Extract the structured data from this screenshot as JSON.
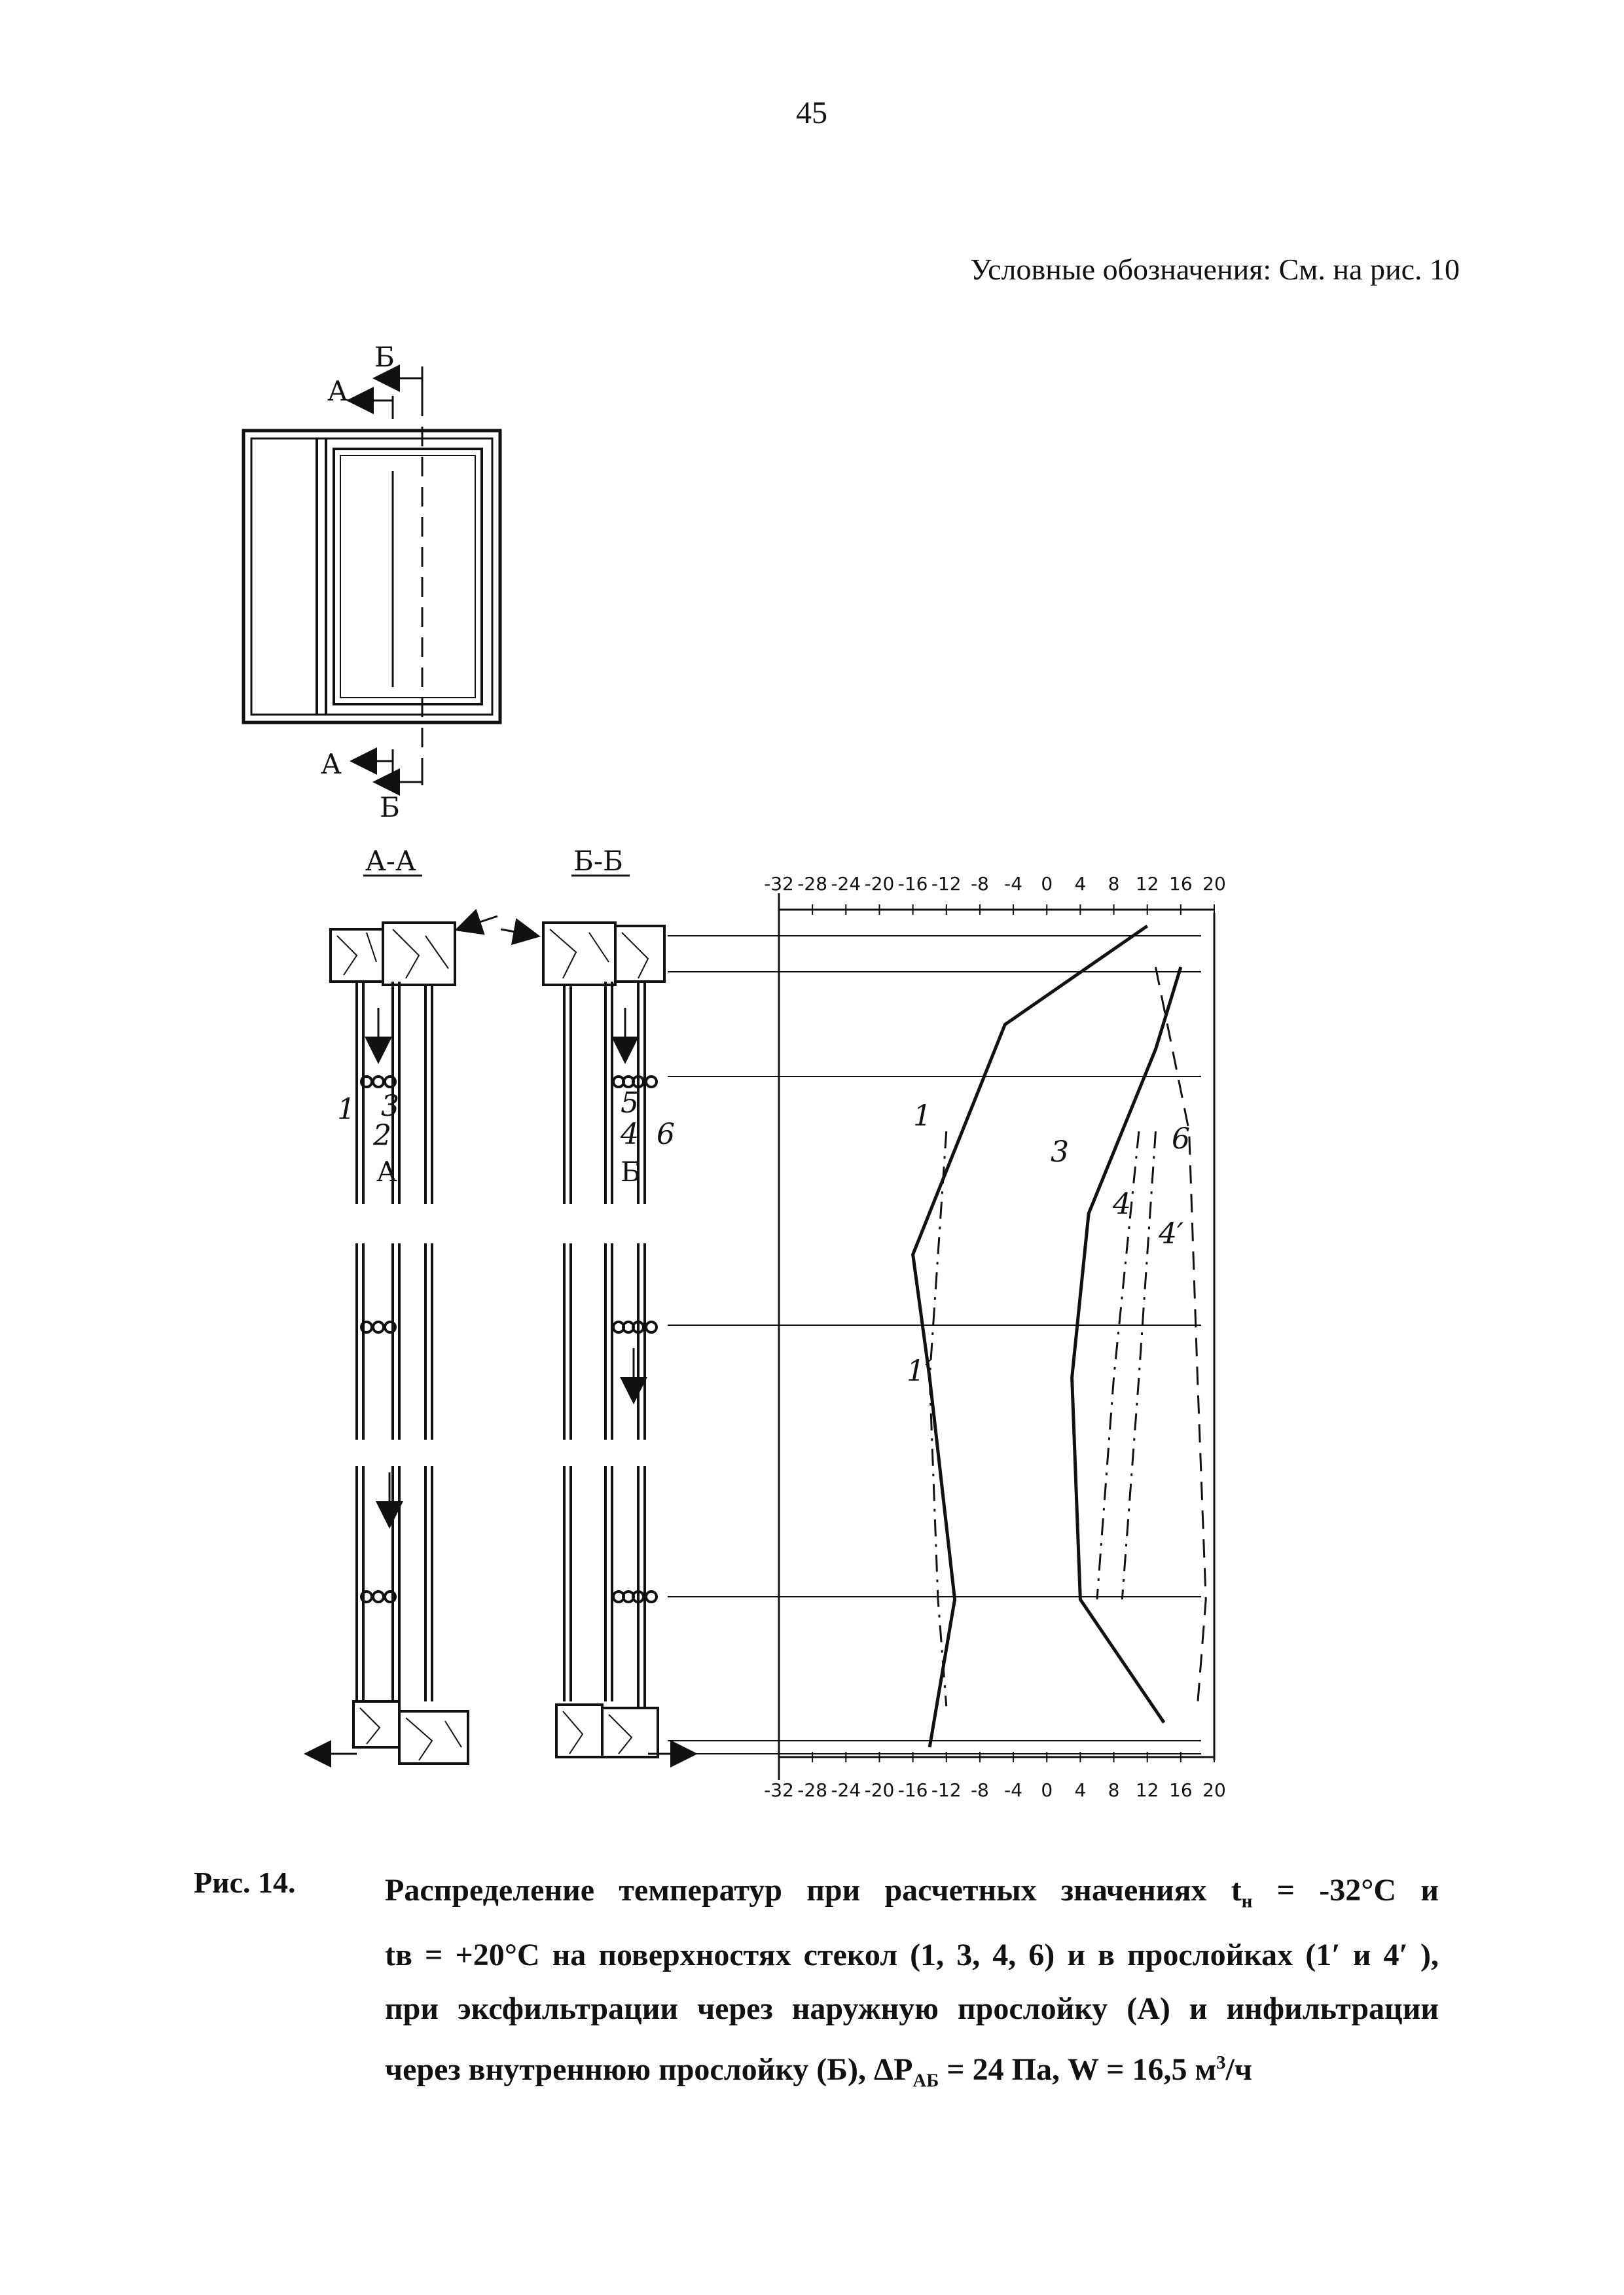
{
  "page": {
    "number": "45",
    "legend_note": "Условные обозначения: См. на  рис. 10"
  },
  "figure": {
    "window_section_marks": {
      "a_top": "А",
      "b_top": "Б",
      "a_bottom": "А",
      "b_bottom": "Б"
    },
    "section_aa": {
      "title": "А-А",
      "labels": [
        "1",
        "3",
        "2",
        "А"
      ]
    },
    "section_bb": {
      "title": "Б-Б",
      "labels": [
        "5",
        "4",
        "Б",
        "6"
      ]
    },
    "curve_labels": [
      "1",
      "3",
      "4",
      "6",
      "4′",
      "1′"
    ],
    "colors": {
      "ink": "#111111",
      "background": "#ffffff"
    }
  },
  "chart_data": {
    "type": "line",
    "title": "",
    "xlabel": "",
    "ylabel": "",
    "x_ticks_top": [
      "-32",
      "-28",
      "-24",
      "-20",
      "-16",
      "-12",
      "-8",
      "-4",
      "0",
      "4",
      "8",
      "12",
      "16",
      "20"
    ],
    "x_ticks_bottom": [
      "-32",
      "-28",
      "-24",
      "-20",
      "-16",
      "-12",
      "-8",
      "-4",
      "0",
      "4",
      "8",
      "12",
      "16",
      "20"
    ],
    "xlim": [
      -32,
      20
    ],
    "y_levels": [
      "top frame",
      "upper glass",
      "mid glass",
      "lower glass",
      "bottom frame"
    ],
    "series": [
      {
        "name": "1",
        "style": "solid",
        "x": [
          12,
          -5,
          -16,
          -14,
          -11,
          -14
        ],
        "levels": [
          0.0,
          0.12,
          0.4,
          0.55,
          0.82,
          1.0
        ]
      },
      {
        "name": "3",
        "style": "solid",
        "x": [
          16,
          13,
          5,
          3,
          4,
          14
        ],
        "levels": [
          0.05,
          0.15,
          0.35,
          0.55,
          0.82,
          0.97
        ]
      },
      {
        "name": "1′",
        "style": "dash-dot",
        "x": [
          -12,
          -14,
          -13,
          -12
        ],
        "levels": [
          0.25,
          0.55,
          0.82,
          0.95
        ]
      },
      {
        "name": "4",
        "style": "dash-dot",
        "x": [
          11,
          8,
          6
        ],
        "levels": [
          0.25,
          0.55,
          0.82
        ]
      },
      {
        "name": "4′",
        "style": "dash-dot",
        "x": [
          13,
          11,
          9
        ],
        "levels": [
          0.25,
          0.55,
          0.82
        ]
      },
      {
        "name": "6",
        "style": "dashed",
        "x": [
          13,
          17,
          18,
          19,
          18
        ],
        "levels": [
          0.05,
          0.25,
          0.55,
          0.82,
          0.95
        ]
      }
    ]
  },
  "caption": {
    "label": "Рис. 14.",
    "line1": "Распределение температур при расчетных значениях t",
    "line1_sub": "н",
    "line1_end": " = -32°С и",
    "line2": "tв = +20°С на поверхностях стекол (1, 3, 4, 6) и в прослойках (1′ и 4′ ),",
    "line3": "при эксфильтрации через наружную прослойку (А) и инфильтрации",
    "line4_a": "через внутреннюю прослойку (Б),    ΔР",
    "line4_sub": "АБ",
    "line4_b": " = 24 Па,    W = 16,5 м",
    "line4_sup": "3",
    "line4_c": "/ч"
  }
}
